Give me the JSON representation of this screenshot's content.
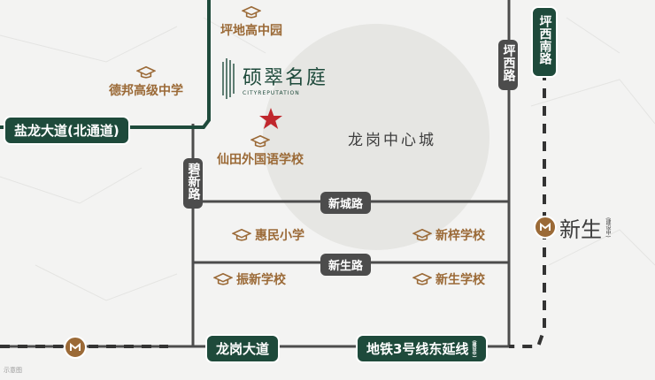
{
  "colors": {
    "road_dark": "#4c4c4c",
    "highway_green": "#1e4a3b",
    "school_brown": "#9b6a37",
    "star_red": "#c0272d",
    "center_circle": "#e6e6e3"
  },
  "schools": {
    "pingdi_high": "坪地高中园",
    "debang_high": "德邦高级中学",
    "xiantian_foreign": "仙田外国语学校",
    "huimin_primary": "惠民小学",
    "xinzi_school": "新梓学校",
    "zhenxin_school": "振新学校",
    "xinsheng_school": "新生学校"
  },
  "roads": {
    "yanlong": "盐龙大道(北通道)",
    "bixin": "碧新路",
    "pingxi": "坪西路",
    "pingxi_south": "坪西南路",
    "xincheng": "新城路",
    "xinsheng": "新生路",
    "longgang": "龙岗大道",
    "metro_line3": "地铁3号线东延线",
    "metro_line3_note": "(建设中)"
  },
  "places": {
    "center_city": "龙岗中心城",
    "station_xinsheng": "新生",
    "station_note": "(建设中)",
    "project_name": "硕翠名庭",
    "project_name_en": "CITYREPUTATION"
  },
  "footnote": "示意图",
  "icons": {
    "school": "graduation-cap-icon",
    "metro": "metro-station-icon",
    "project": "red-star-icon"
  }
}
